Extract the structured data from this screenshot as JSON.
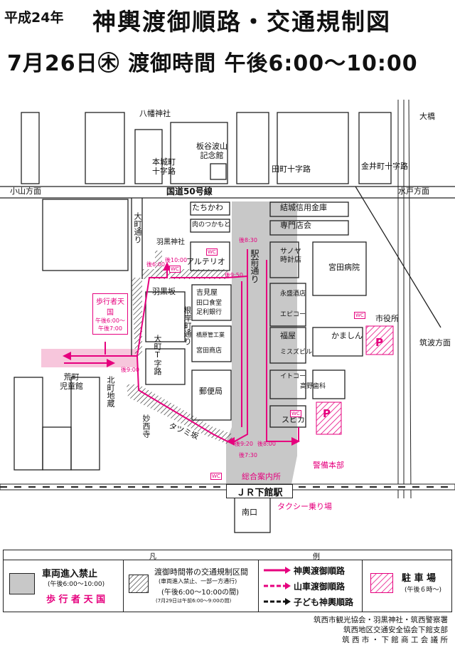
{
  "header": {
    "year": "平成24年",
    "title": "神輿渡御順路・交通規制図",
    "date_line": "7月26日㊍ 渡御時間 午後6:00〜10:00"
  },
  "map": {
    "places": {
      "hachiman": "八幡神社",
      "itaya_l1": "板谷波山",
      "itaya_l2": "記念館",
      "honjo_l1": "本城町",
      "honjo_l2": "十字路",
      "denmachi": "田町十字路",
      "kanai": "金井町十字路",
      "ohashi": "大橋",
      "oyama": "小山方面",
      "mito": "水戸方面",
      "tsukuba": "筑波方面",
      "route50": "国道50号線",
      "tachikawa": "たちかわ",
      "nikunotsukamoto": "肉のつかもと",
      "yuki_bank": "結城信用金庫",
      "senmon": "専門店会",
      "omachi_dori": "大町通り",
      "haguro_shrine": "羽黒神社",
      "arterio": "アルテリオ",
      "ekimae": "駅前通り",
      "sanoya_l1": "サノヤ",
      "sanoya_l2": "時計店",
      "miyata_hosp": "宮田病院",
      "eishun": "永盛酒店",
      "epikoo": "エピコー",
      "city_hall": "市役所",
      "fukuya": "福屋",
      "kamashin": "かましん",
      "misumi": "ミスズビル",
      "itoko": "イトコー",
      "takano": "高野歯科",
      "supika": "スピカ",
      "haguro_saka": "羽黒坂",
      "yoshimiya": "吉見屋",
      "taguchi": "田口食堂",
      "ashikaga": "足利銀行",
      "negishi": "根岸町通り",
      "hashimoto": "橋原管工業",
      "miyata_shop": "宮田商店",
      "omachi_t": "大町T字路",
      "arachi_l1": "荒町",
      "arachi_l2": "児童館",
      "kitamachi": "北町地蔵",
      "myosai": "妙西寺",
      "tatsumi": "タツミ坂",
      "post": "郵便局",
      "hq": "警備本部",
      "info": "総合案内所",
      "station": "ＪＲ下館駅",
      "minamiguchi": "南口",
      "taxi": "タクシー乗り場",
      "pedestrian": "歩行者天国",
      "ped_time": "午後6:00〜午後7:00"
    },
    "times": [
      "後9:00",
      "後10:00",
      "後8:30",
      "後9:50",
      "後9:20",
      "後7:30",
      "後8:00",
      "後6:00"
    ],
    "wc": "WC",
    "parking": "P"
  },
  "legend": {
    "title": "凡　　　　　　　　　　　　　　　　　　　　　　例",
    "no_entry": "車両進入禁止",
    "no_entry_time": "(午後6:00〜10:00)",
    "pedestrian": "歩 行 者 天 国",
    "restrict": "渡御時間帯の交通規制区間",
    "restrict_note": "(車両進入禁止、一部一方通行)",
    "restrict_time": "(午後6:00〜10:00の間)",
    "restrict_note2": "(7月29日は午前6:00〜9:00の間)",
    "route1": "神輿渡御順路",
    "route2": "山車渡御順路",
    "route3": "子ども神輿順路",
    "parking": "駐 車 場",
    "parking_time": "(午後６時〜)"
  },
  "credits": [
    "筑西市観光協会・羽黒神社・筑西警察署",
    "筑西地区交通安全協会下館支部",
    "筑 西 市 ・ 下 館 商 工 会 議 所"
  ],
  "colors": {
    "route": "#e6007e",
    "gray": "#c8c8c8",
    "pink_zone": "#f7c6dc"
  }
}
